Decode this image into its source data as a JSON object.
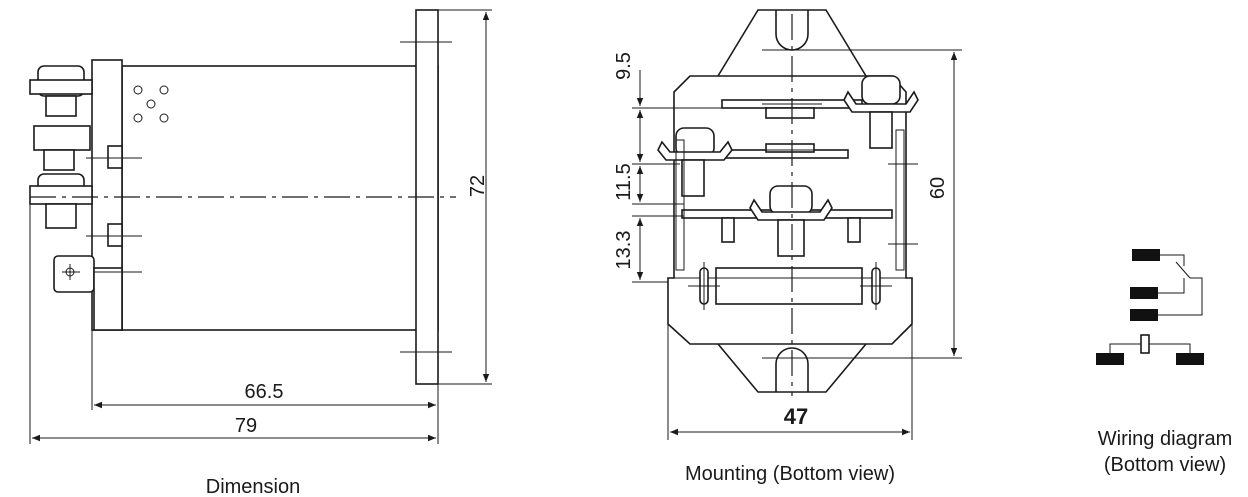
{
  "dimension_view": {
    "caption": "Dimension",
    "dim_width_inner": "66.5",
    "dim_width_overall": "79",
    "dim_height": "72"
  },
  "mounting_view": {
    "caption": "Mounting (Bottom view)",
    "dim_top_offset": "9.5",
    "dim_middle_offset": "11.5",
    "dim_lower_offset": "13.3",
    "dim_height": "60",
    "dim_width": "47"
  },
  "wiring_view": {
    "caption_line1": "Wiring diagram",
    "caption_line2": "(Bottom view)"
  }
}
